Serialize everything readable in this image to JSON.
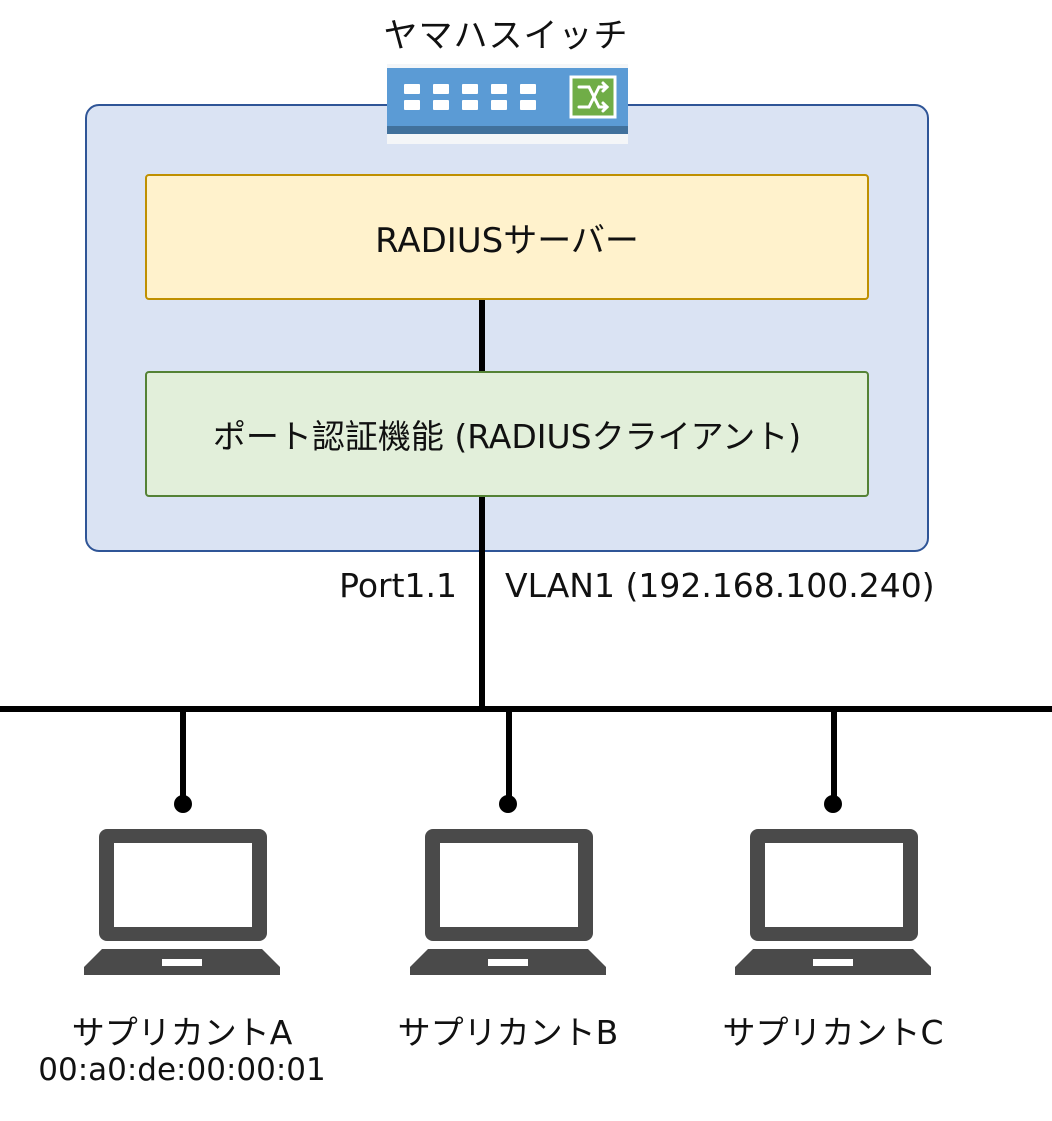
{
  "switch": {
    "title": "ヤマハスイッチ",
    "icon": "network-switch-icon"
  },
  "radius_server": {
    "label": "RADIUSサーバー"
  },
  "port_auth": {
    "label": "ポート認証機能 (RADIUSクライアント)"
  },
  "link": {
    "port": "Port1.1",
    "vlan": "VLAN1 (192.168.100.240)"
  },
  "supplicants": [
    {
      "label": "サプリカントA",
      "mac": "00:a0:de:00:00:01",
      "icon": "laptop-icon"
    },
    {
      "label": "サプリカントB",
      "icon": "laptop-icon"
    },
    {
      "label": "サプリカントC",
      "icon": "laptop-icon"
    }
  ],
  "colors": {
    "switch_box_fill": "#dae3f3",
    "switch_box_border": "#2f5597",
    "radius_fill": "#fff2cc",
    "radius_border": "#bf9000",
    "auth_fill": "#e2efda",
    "auth_border": "#548235",
    "laptop": "#4a4a4a",
    "switch_icon_blue": "#5b9bd5",
    "switch_icon_green": "#70ad47"
  }
}
